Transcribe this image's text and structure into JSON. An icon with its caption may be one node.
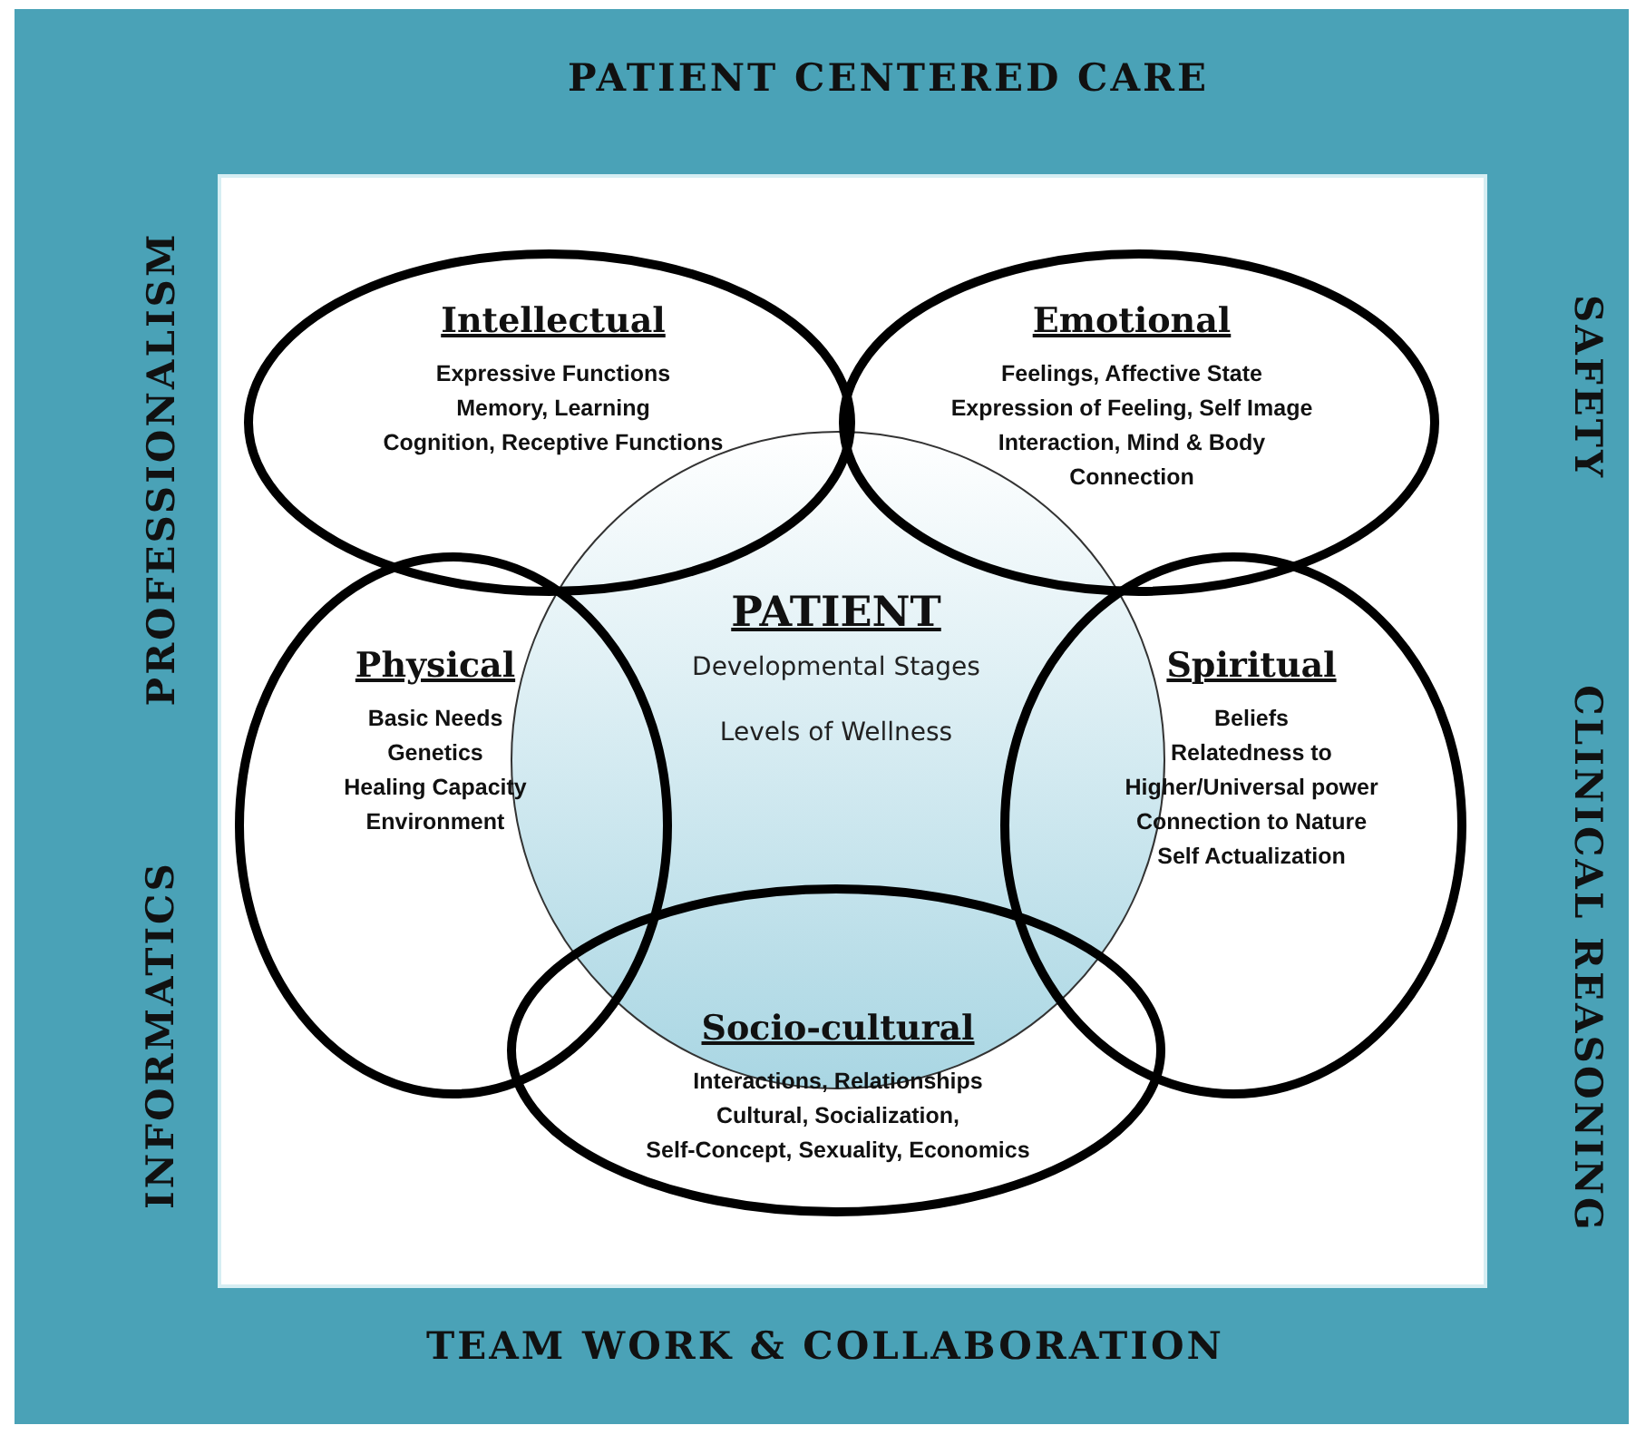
{
  "diagram": {
    "nodes": [
      {
        "text": [
          "Intellectual",
          "Expressive Functions",
          "Memory, Learning",
          "Cognition, Receptive Functions"
        ]
      },
      {
        "text": [
          "Emotional",
          "Feelings, Affective State",
          "Expression of Feeling, Self Image",
          "Interaction, Mind & Body Connection"
        ]
      },
      {
        "text": [
          "PATIENT",
          "Developmental Stages",
          "Levels of Wellness"
        ]
      },
      {
        "text": [
          "Physical",
          "Basic Needs",
          "Genetics",
          "Healing Capacity",
          "Environment"
        ]
      },
      {
        "text": [
          "Spiritual",
          "Beliefs",
          "Relatedness to Higher/Universal power",
          "Connection to Nature",
          "Self Actualization"
        ]
      },
      {
        "text": [
          "Socio-cultural",
          "Interactions, Relationships",
          "Cultural, Socialization,",
          "Self-Concept, Sexuality, Economics"
        ]
      }
    ],
    "labels": [
      "PATIENT CENTERED CARE",
      "PROFESSIONALISM",
      "SAFETY",
      "INFORMATICS",
      "CLINICAL REASONING",
      "TEAM WORK & COLLABORATION"
    ]
  }
}
